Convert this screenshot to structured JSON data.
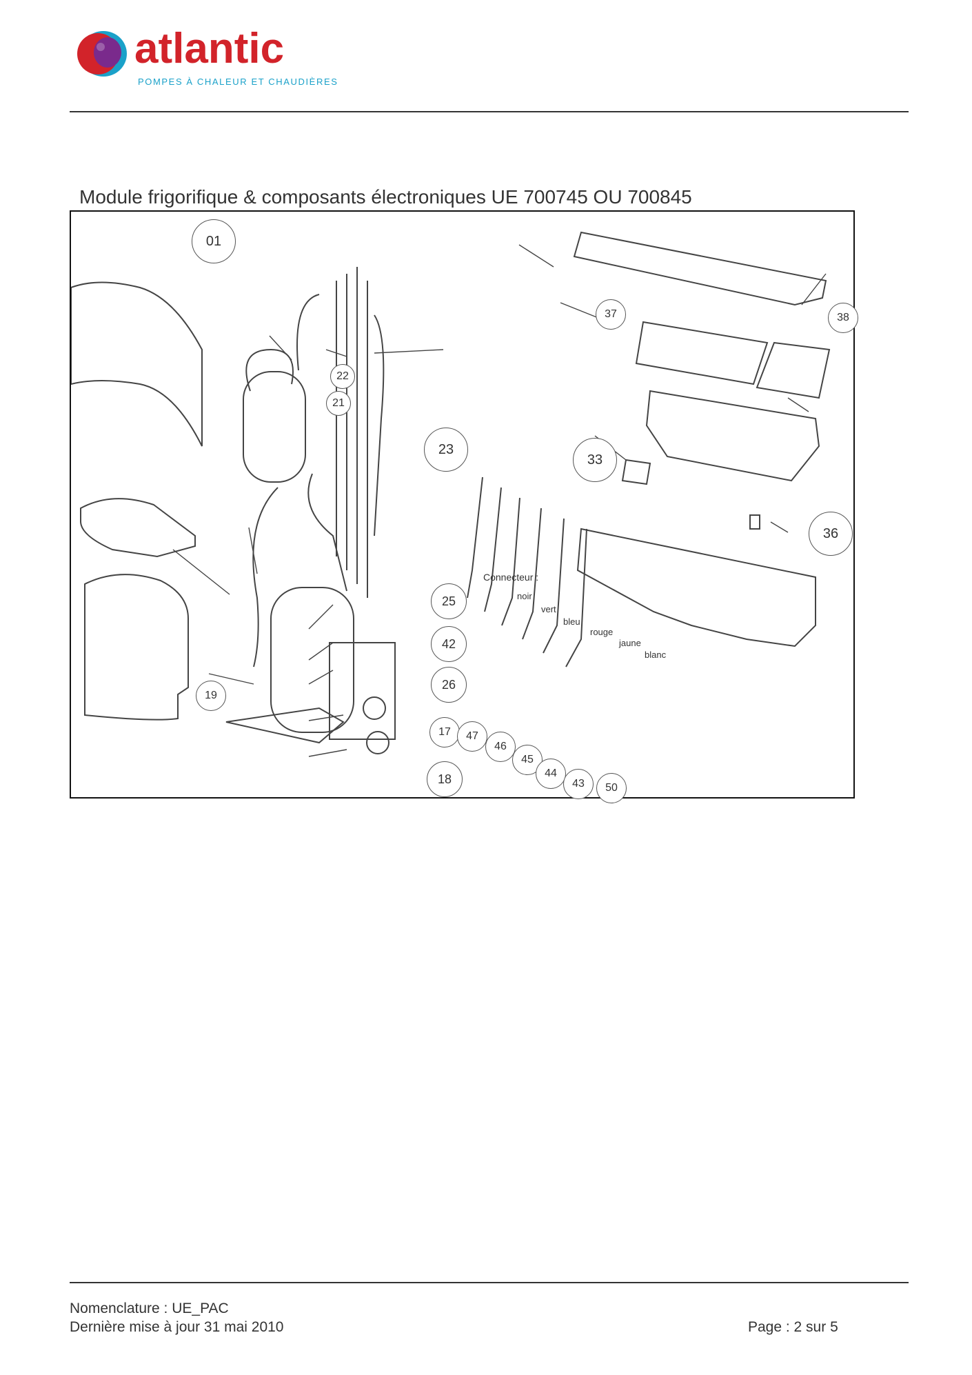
{
  "header": {
    "brand": "atlantic",
    "tagline": "POMPES À CHALEUR ET CHAUDIÈRES",
    "brand_color": "#d2232a",
    "tagline_color": "#1aa1c9"
  },
  "section_title": "Module frigorifique & composants électroniques UE 700745 OU 700845",
  "diagram": {
    "connector_label": "Connecteur :",
    "connector_colors": [
      "noir",
      "vert",
      "bleu",
      "rouge",
      "jaune",
      "blanc"
    ],
    "callouts": [
      "01",
      "37",
      "38",
      "22",
      "21",
      "23",
      "33",
      "36",
      "25",
      "42",
      "26",
      "19",
      "17",
      "47",
      "46",
      "45",
      "44",
      "43",
      "50",
      "18"
    ]
  },
  "footer": {
    "nomenclature": "Nomenclature : UE_PAC",
    "updated": "Dernière mise à jour 31 mai 2010",
    "page": "Page : 2 sur 5"
  }
}
